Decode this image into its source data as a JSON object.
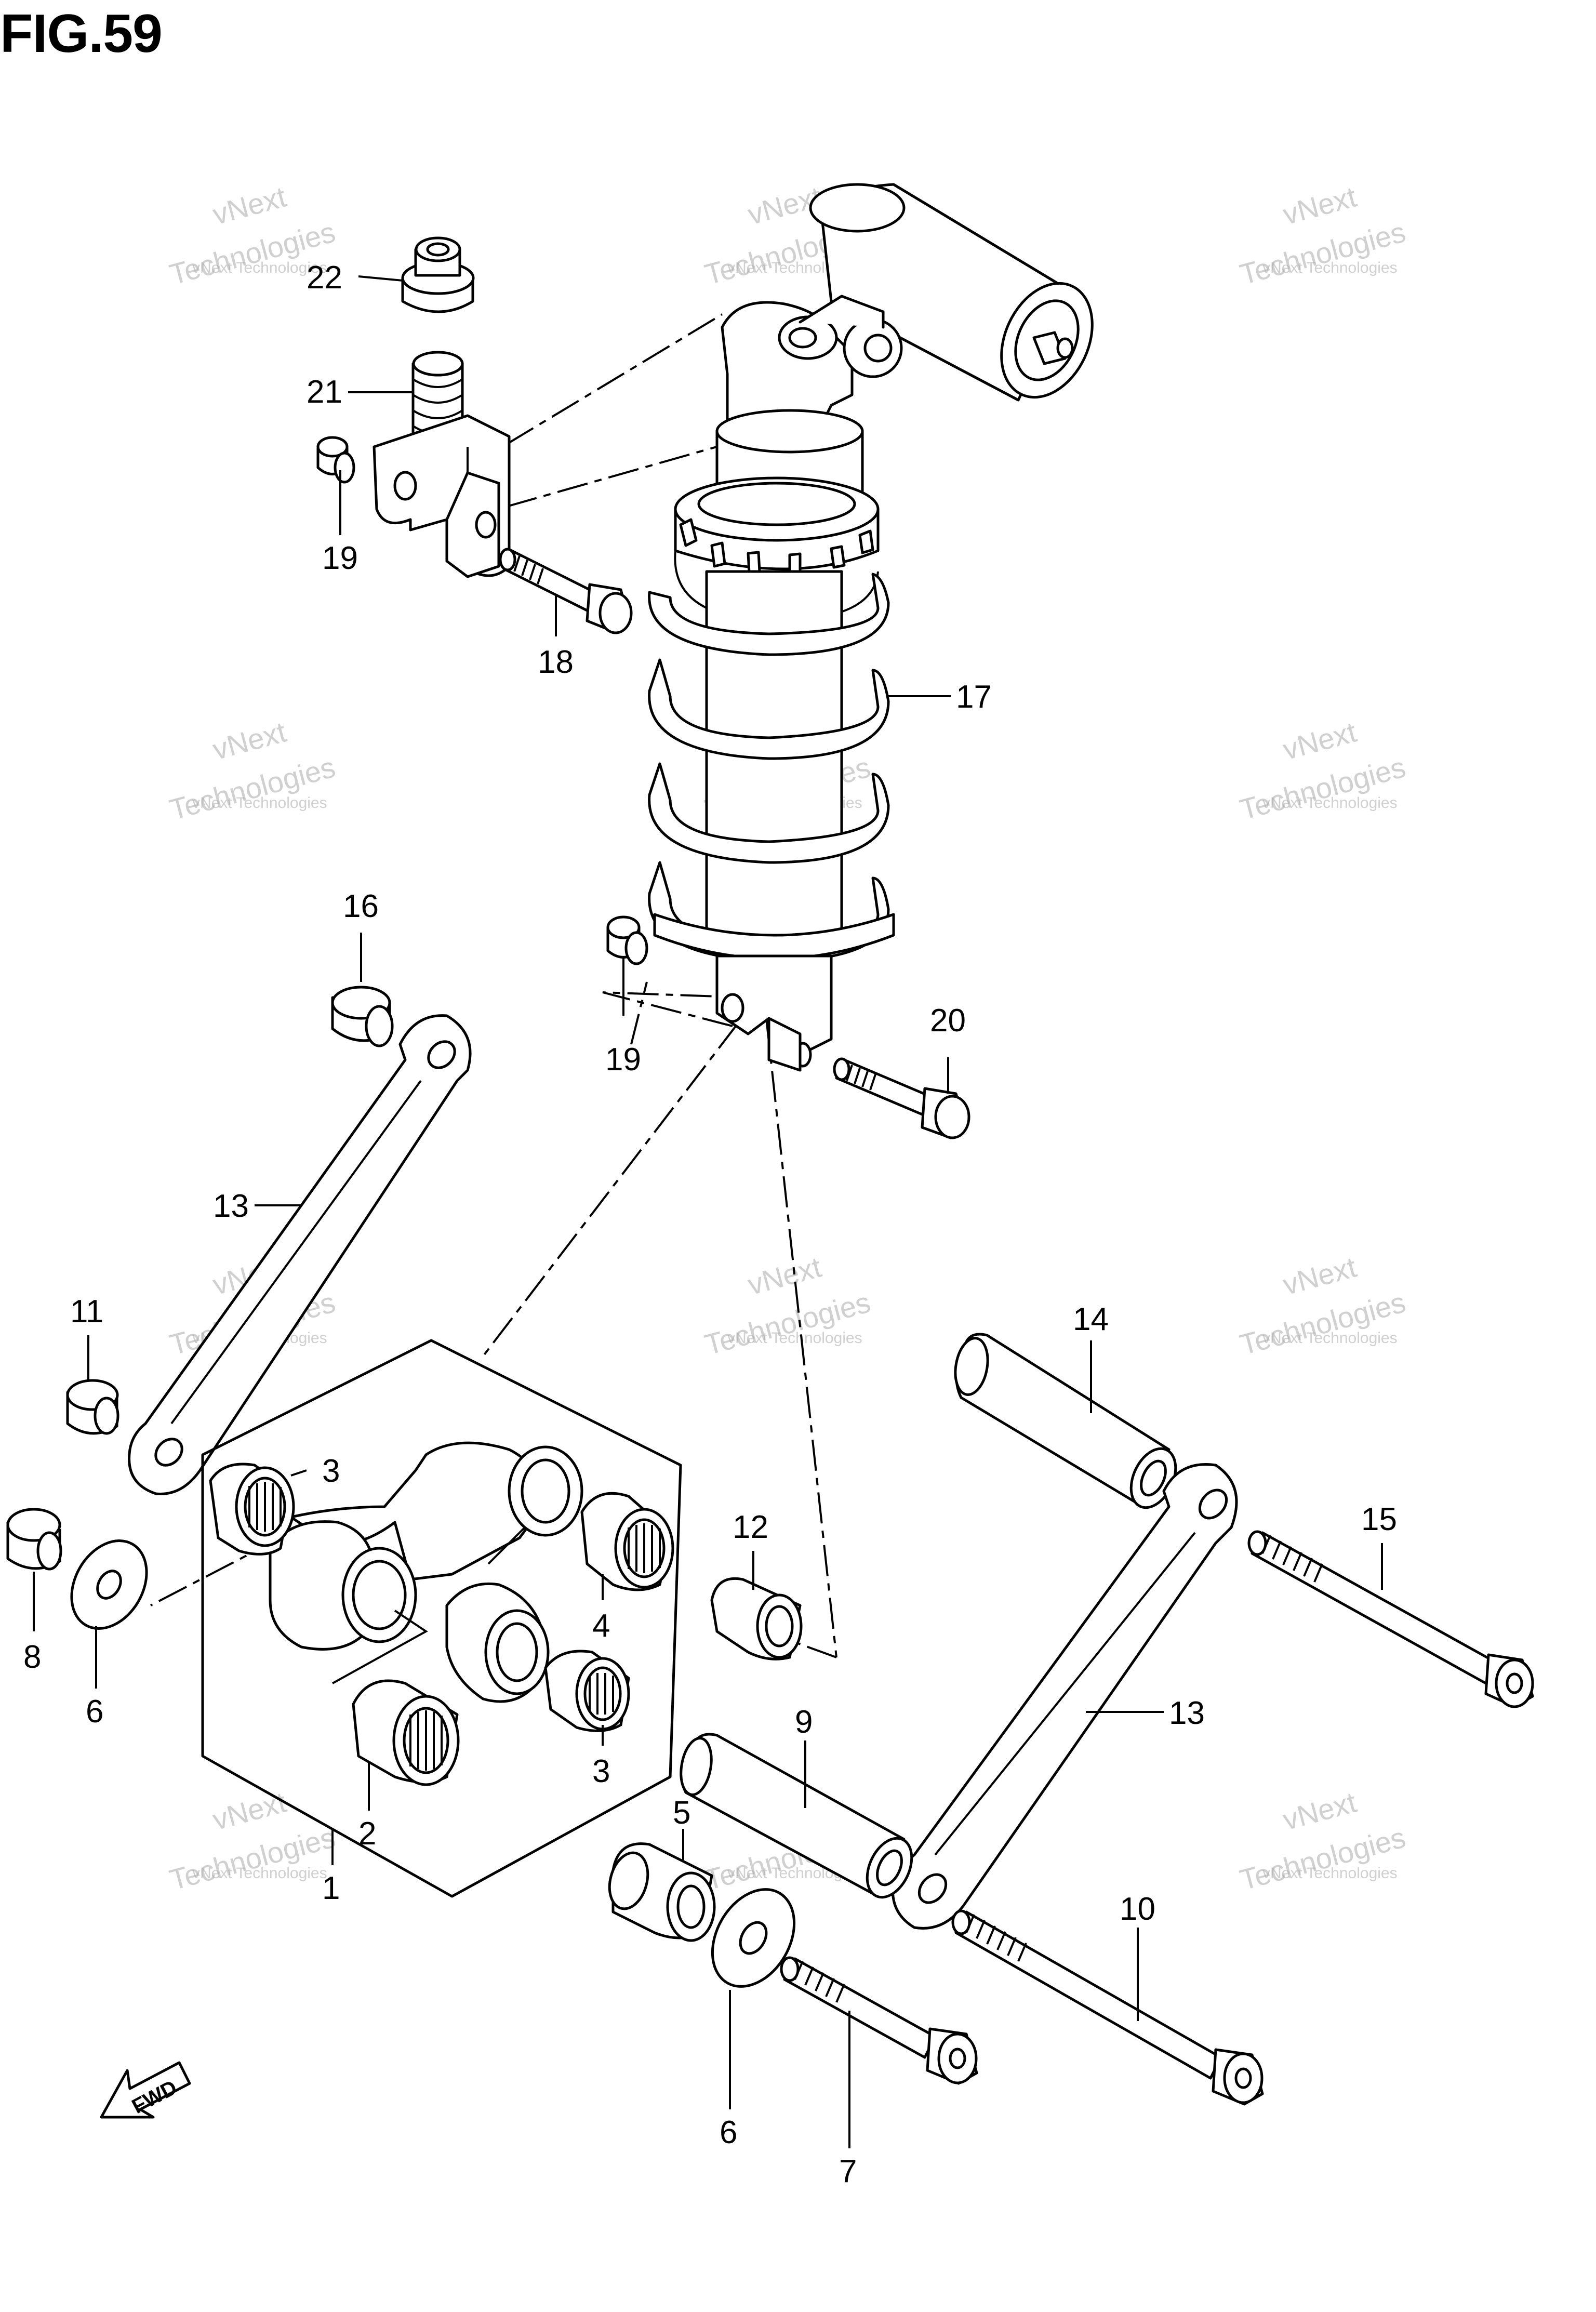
{
  "figure": {
    "title": "FIG.59"
  },
  "watermark": {
    "line1": "vNext",
    "line2": "Technologies",
    "line3": "vNext Technologies"
  },
  "fwd_label": "FWD",
  "callouts": {
    "p1": "1",
    "p2": "2",
    "p3a": "3",
    "p3b": "3",
    "p4": "4",
    "p5": "5",
    "p6a": "6",
    "p6b": "6",
    "p7": "7",
    "p8": "8",
    "p9": "9",
    "p10": "10",
    "p11": "11",
    "p12": "12",
    "p13a": "13",
    "p13b": "13",
    "p14": "14",
    "p15": "15",
    "p16": "16",
    "p17": "17",
    "p18": "18",
    "p19a": "19",
    "p19b": "19",
    "p20": "20",
    "p21": "21",
    "p22": "22"
  }
}
